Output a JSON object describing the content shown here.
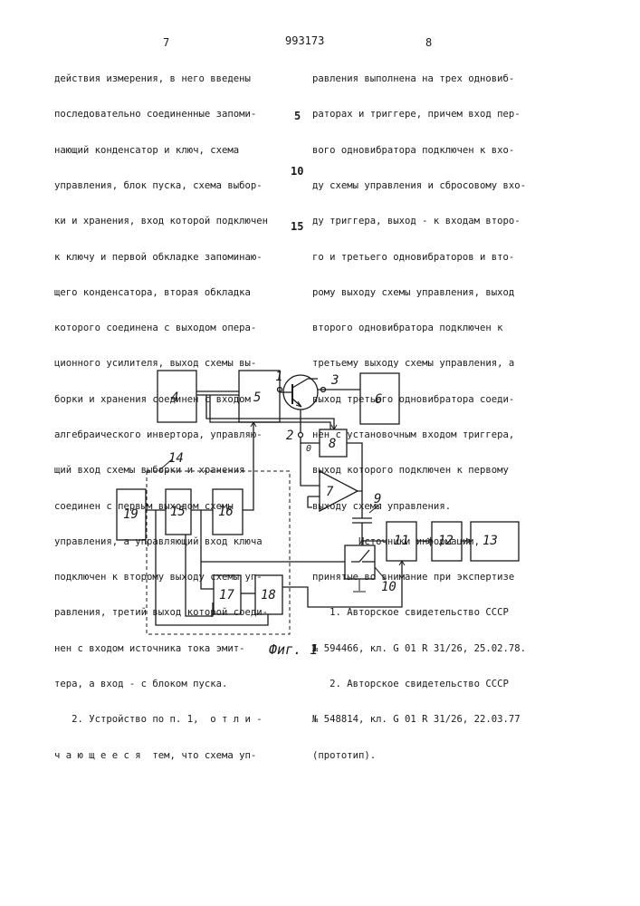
{
  "header": {
    "page_left": "7",
    "patent_number": "993173",
    "page_right": "8"
  },
  "left_column": [
    "действия измерения, в него введены",
    "последовательно соединенные запоми-",
    "нающий конденсатор и ключ, схема",
    "управления, блок пуска, схема выбор-",
    "ки и хранения, вход которой подключен",
    "к ключу и первой обкладке запоминаю-",
    "щего конденсатора, вторая обкладка",
    "которого соединена с выходом опера-",
    "ционного усилителя, выход схемы вы-",
    "борки и хранения соединен с входом",
    "алгебраического инвертора, управляю-",
    "щий вход схемы выборки и хранения",
    "соединен с первым выходом схемы",
    "управления, а управляющий вход ключа",
    "подключен к второму выходу схемы уп-",
    "равления, третий выход которой соеди-",
    "нен с входом источника тока эмит-",
    "тера, а вход - с блоком пуска.",
    "   2. Устройство по п. 1,  о т л и -",
    "ч а ю щ е е с я  тем, что схема уп-"
  ],
  "right_column": [
    "равления выполнена на трех одновиб-",
    "раторах и триггере, причем вход пер-",
    "вого одновибратора подключен к вхо-",
    "ду схемы управления и сбросовому вхо-",
    "ду триггера, выход - к входам второ-",
    "го и третьего одновибраторов и вто-",
    "рому выходу схемы управления, выход",
    "второго одновибратора подключен к",
    "третьему выходу схемы управления, а",
    "выход третьего одновибратора соеди-",
    "нен с установочным входом триггера,",
    "выход которого подключен к первому",
    "выходу схемы управления.",
    "        Источники информации,",
    "принятые во внимание при экспертизе",
    "   1. Авторское свидетельство СССР",
    "№ 594466, кл. G 01 R 31/26, 25.02.78.",
    "   2. Авторское свидетельство СССР",
    "№ 548814, кл. G 01 R 31/26, 22.03.77",
    "(прототип)."
  ],
  "line_numbers": [
    "5",
    "10",
    "15"
  ],
  "figure": {
    "caption": "Фиг. 1",
    "blocks": [
      "4",
      "5",
      "6",
      "8",
      "7",
      "19",
      "15",
      "16",
      "11",
      "12",
      "13",
      "10",
      "17",
      "18"
    ],
    "labels": [
      "1",
      "3",
      "2",
      "0",
      "9",
      "14"
    ]
  }
}
